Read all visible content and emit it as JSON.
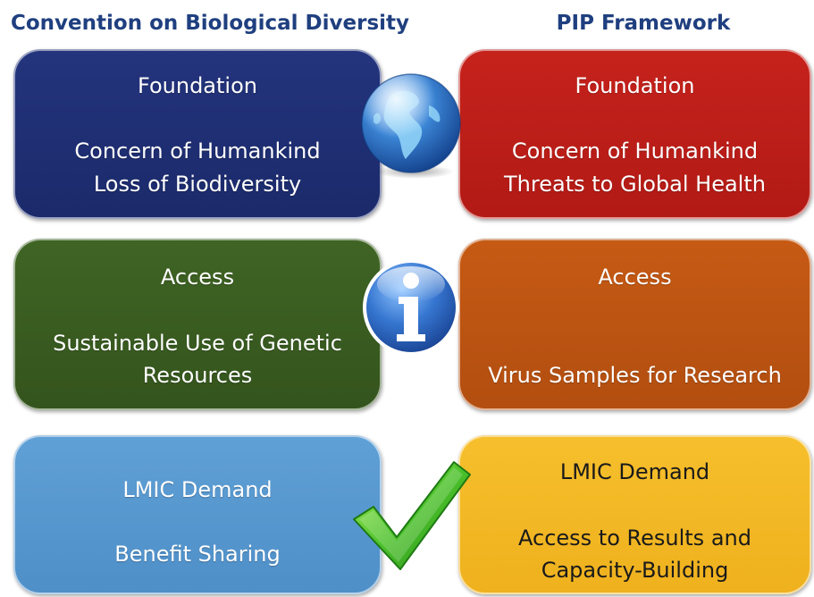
{
  "headings": {
    "left": "Convention on Biological Diversity",
    "right": "PIP Framework"
  },
  "rows": [
    {
      "left": {
        "title": "Foundation",
        "line1": "Concern of Humankind",
        "line2": "Loss of Biodiversity"
      },
      "right": {
        "title": "Foundation",
        "line1": "Concern of Humankind",
        "line2": "Threats to Global Health"
      }
    },
    {
      "left": {
        "title": "Access",
        "line1": "Sustainable Use of Genetic",
        "line2": "Resources"
      },
      "right": {
        "title": "Access",
        "line1": "Virus Samples for Research"
      }
    },
    {
      "left": {
        "title": "LMIC Demand",
        "line1": "Benefit Sharing"
      },
      "right": {
        "title": "LMIC Demand",
        "line1": "Access to Results and",
        "line2": "Capacity-Building"
      }
    }
  ],
  "icons": [
    "globe-icon",
    "info-icon",
    "checkmark-icon"
  ],
  "colors": {
    "heading": "#1f3f7f",
    "cbd_foundation": "#1f2f74",
    "pip_foundation": "#bf1e18",
    "cbd_access": "#3a5c20",
    "pip_access": "#bd5412",
    "cbd_lmic": "#5898d0",
    "pip_lmic": "#f3b826"
  }
}
